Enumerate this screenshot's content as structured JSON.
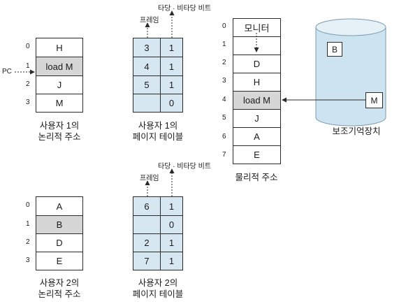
{
  "user1_logical": {
    "indices": [
      "0",
      "1",
      "2",
      "3"
    ],
    "cells": [
      "H",
      "load M",
      "J",
      "M"
    ],
    "pc_label": "PC",
    "caption_line1": "사용자 1의",
    "caption_line2": "논리적 주소"
  },
  "user1_pagetable": {
    "frame_label": "프레임",
    "valid_label": "타당 · 비타당 비트",
    "frames": [
      "3",
      "4",
      "5",
      ""
    ],
    "bits": [
      "1",
      "1",
      "1",
      "0"
    ],
    "caption_line1": "사용자 1의",
    "caption_line2": "페이지 테이블"
  },
  "physical": {
    "indices": [
      "0",
      "1",
      "2",
      "3",
      "4",
      "5",
      "6",
      "7"
    ],
    "cells": [
      "모니터",
      "",
      "D",
      "H",
      "load M",
      "J",
      "A",
      "E"
    ],
    "caption": "물리적 주소"
  },
  "storage": {
    "block_b": "B",
    "block_m": "M",
    "caption": "보조기억장치"
  },
  "user2_logical": {
    "indices": [
      "0",
      "1",
      "2",
      "3"
    ],
    "cells": [
      "A",
      "B",
      "D",
      "E"
    ],
    "caption_line1": "사용자 2의",
    "caption_line2": "논리적 주소"
  },
  "user2_pagetable": {
    "frame_label": "프레임",
    "valid_label": "타당 · 비타당 비트",
    "frames": [
      "6",
      "",
      "2",
      "7"
    ],
    "bits": [
      "1",
      "0",
      "1",
      "1"
    ],
    "caption_line1": "사용자 2의",
    "caption_line2": "페이지 테이블"
  },
  "colors": {
    "highlight": "#d6d6d6",
    "table_fill": "#d6e7f1",
    "cylinder_fill": "#cde3ef",
    "border": "#2a2a2a"
  }
}
